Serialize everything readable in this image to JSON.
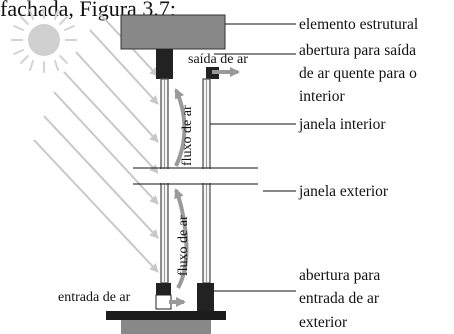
{
  "caption_fragment": "fachada, Figura 3.7;",
  "labels": {
    "structural_element": "elemento estrutural",
    "outlet_line1": "abertura para saída",
    "outlet_line2": "de ar quente para o",
    "outlet_line3": "interior",
    "inner_window": "janela interior",
    "outer_window": "janela exterior",
    "inlet_line1": "abertura para",
    "inlet_line2": "entrada de ar",
    "inlet_line3": "exterior",
    "air_outlet": "saída de ar",
    "air_inlet": "entrada de ar",
    "airflow_upper": "fluxo de ar",
    "airflow_lower": "fluxo de ar"
  },
  "icons": [
    "sun-icon",
    "sun-ray-arrows",
    "airflow-arrows"
  ],
  "colors": {
    "structure_fill": "#888888",
    "dark_block": "#222222",
    "glass_frame": "#555555",
    "sun": "#d0d0d0",
    "rays": "#c8c8c8",
    "ink": "#111111"
  }
}
